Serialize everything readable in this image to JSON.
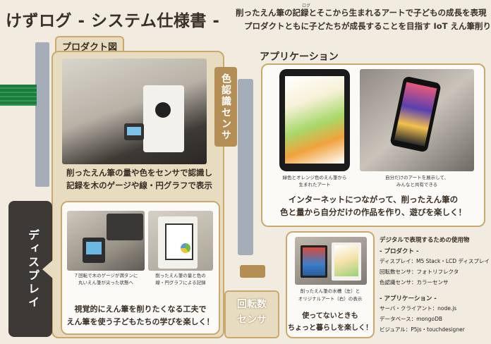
{
  "title": "けずログ - システム仕様書 -",
  "tagline": {
    "line1": "削ったえん筆の記録とそこから生まれるアートで子どもの成長を表現",
    "line2": "プロダクトともに子どたちが成長することを目指す IoT えん筆削り",
    "ruby": "ログ"
  },
  "product": {
    "label": "プロダクト図",
    "caption1": "削ったえん筆の量や色をセンサで認識し",
    "caption2": "記録を木のゲージや線・円グラフで表示"
  },
  "color_sensor": {
    "label": "色認識センサ"
  },
  "rotation_sensor": {
    "label1": "回転数",
    "label2": "センサ"
  },
  "display": {
    "label": "ディスプレイ",
    "photo1_caption1": "７回転で木のゲージが満タンに",
    "photo1_caption2": "丸いえん筆が尖った状態へ",
    "photo2_caption1": "削ったえん筆の量と色の",
    "photo2_caption2": "線・円グラフによる記録",
    "caption1": "視覚的にえん筆を削りたくなる工夫で",
    "caption2": "えん筆を使う子どもたちの学びを楽しく！"
  },
  "application": {
    "label": "アプリケーション",
    "tablet_caption1": "緑色とオレンジ色のえん筆から",
    "tablet_caption2": "生まれたアート",
    "phone_caption1": "自分だけのアートを展示して、",
    "phone_caption2": "みんなと共有できる",
    "caption1": "インターネットにつながって、削ったえん筆の",
    "caption2": "色と量から自分だけの作品を作り、遊びを楽しく！"
  },
  "art": {
    "caption1": "削ったえん筆の水槽（左）と",
    "caption2": "オリジナルアート（右）の表示",
    "caption3": "使ってないときも",
    "caption4": "ちょっと暮らしを楽しく！"
  },
  "spec": {
    "heading": "デジタルで表現するための使用物",
    "product_head": "- プロダクト -",
    "product_items": [
      "ディスプレイ：M5 Stack・LCD ディスプレイ",
      "回転数センサ：フォトリフレクタ",
      "色認識センサ：カラーセンサ"
    ],
    "app_head": "- アプリケーション -",
    "app_items": [
      "サーバ・クライアント：node.js",
      "データベース：mongoDB",
      "ビジュアル：P5js・touchdesigner"
    ]
  }
}
